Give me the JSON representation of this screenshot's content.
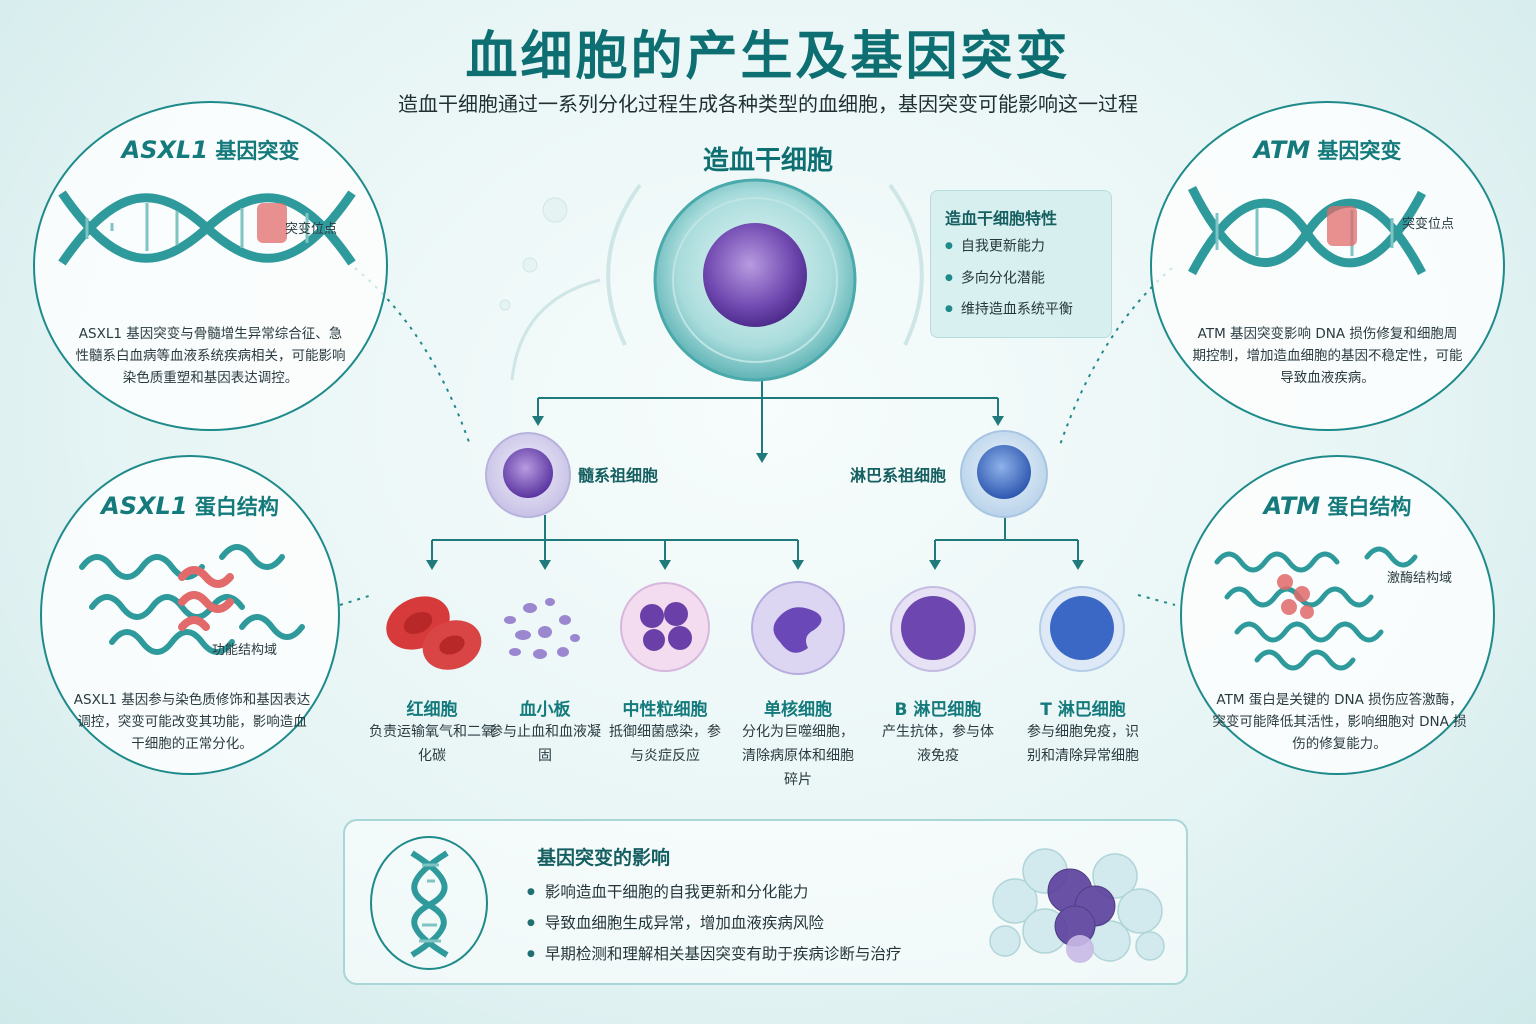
{
  "title": "血细胞的产生及基因突变",
  "subtitle": "造血干细胞通过一系列分化过程生成各种类型的血细胞，基因突变可能影响这一过程",
  "left_top": {
    "title_gene": "ASXL1",
    "title_rest": "基因突变",
    "callout": "突变位点",
    "desc": "ASXL1 基因突变与骨髓增生异常综合征、急性髓系白血病等血液系统疾病相关，可能影响染色质重塑和基因表达调控。"
  },
  "left_bottom": {
    "title_gene": "ASXL1",
    "title_rest": "蛋白结构",
    "callout": "功能结构域",
    "desc": "ASXL1 基因参与染色质修饰和基因表达调控，突变可能改变其功能，影响造血干细胞的正常分化。"
  },
  "right_top": {
    "title_gene": "ATM",
    "title_rest": "基因突变",
    "callout": "突变位点",
    "desc": "ATM 基因突变影响 DNA 损伤修复和细胞周期控制，增加造血细胞的基因不稳定性，可能导致血液疾病。"
  },
  "right_bottom": {
    "title_gene": "ATM",
    "title_rest": "蛋白结构",
    "callout": "激酶结构域",
    "desc": "ATM 蛋白是关键的 DNA 损伤应答激酶，突变可能降低其活性，影响细胞对 DNA 损伤的修复能力。"
  },
  "stem_cell": {
    "label": "造血干细胞",
    "props_title": "造血干细胞特性",
    "props": [
      "自我更新能力",
      "多向分化潜能",
      "维持造血系统平衡"
    ]
  },
  "progenitors": {
    "myeloid": "髓系祖细胞",
    "lymphoid": "淋巴系祖细胞"
  },
  "cells": [
    {
      "name": "红细胞",
      "desc": "负责运输氧气和二氧化碳"
    },
    {
      "name": "血小板",
      "desc": "参与止血和血液凝固"
    },
    {
      "name": "中性粒细胞",
      "desc": "抵御细菌感染，参与炎症反应"
    },
    {
      "name": "单核细胞",
      "desc": "分化为巨噬细胞，清除病原体和细胞碎片"
    },
    {
      "name": "B 淋巴细胞",
      "desc": "产生抗体，参与体液免疫"
    },
    {
      "name": "T 淋巴细胞",
      "desc": "参与细胞免疫，识别和清除异常细胞"
    }
  ],
  "impact": {
    "title": "基因突变的影响",
    "items": [
      "影响造血干细胞的自我更新和分化能力",
      "导致血细胞生成异常，增加血液疾病风险",
      "早期检测和理解相关基因突变有助于疾病诊断与治疗"
    ]
  },
  "colors": {
    "teal": "#1f8a8a",
    "title": "#0e6f72",
    "mutation": "#e26a6a",
    "purple": "#7b55b5",
    "blue": "#3f6fc4",
    "red_cell": "#d63a3a"
  }
}
